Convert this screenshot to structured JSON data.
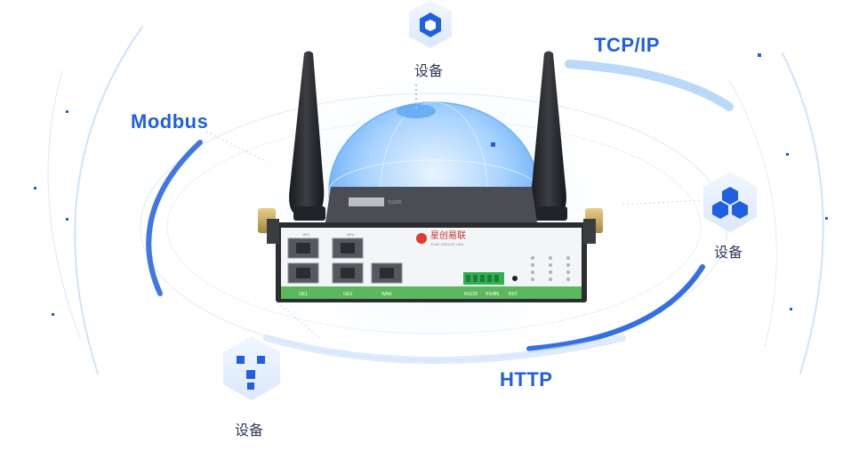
{
  "protocols": {
    "modbus": "Modbus",
    "tcpip": "TCP/IP",
    "http": "HTTP"
  },
  "devices": {
    "top": "设备",
    "right": "设备",
    "bottom_left": "设备"
  },
  "icons": {
    "top": "cube-icon",
    "right": "cubes-cluster-icon",
    "bottom_left": "cubes-network-icon"
  },
  "router": {
    "brand": "星创易联",
    "brand_sub": "STAR CREATE LINK",
    "model": "SG800",
    "ports": [
      "GE1",
      "GE3",
      "WAN",
      "RS232",
      "RS485",
      "RST"
    ],
    "port_labels_top": [
      "GE2",
      "GE4"
    ]
  },
  "colors": {
    "accent": "#1f5fe0",
    "label": "#2e3a55",
    "router_green": "#5cb85c",
    "router_body": "#2b2d31"
  }
}
